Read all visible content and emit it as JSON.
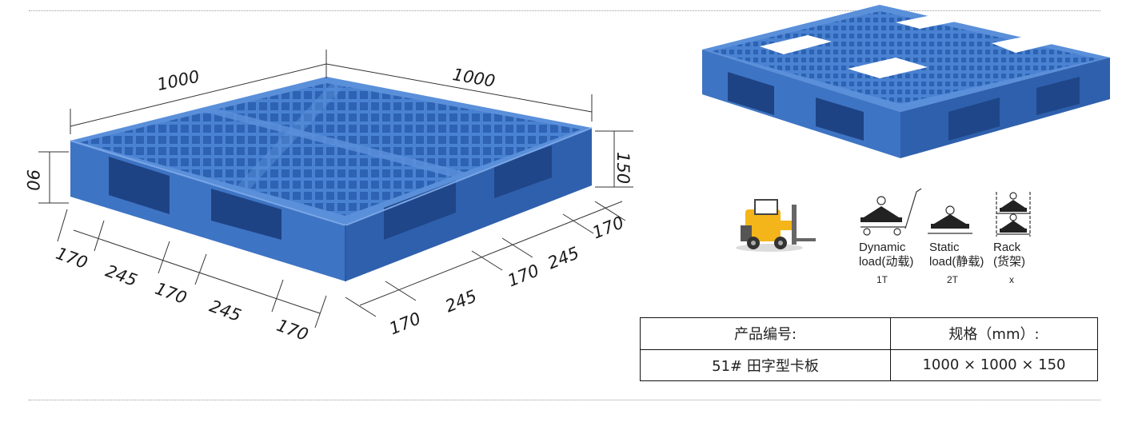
{
  "dimensions": {
    "top_left": "1000",
    "top_right": "1000",
    "height_left": "90",
    "height_right": "150",
    "front_segments": [
      "170",
      "245",
      "170",
      "245",
      "170"
    ],
    "side_segments": [
      "170",
      "245",
      "170",
      "245",
      "170"
    ]
  },
  "loads": [
    {
      "label_en": "Dynamic",
      "label_cn": "load(动载)",
      "value": "1T"
    },
    {
      "label_en": "Static",
      "label_cn": "load(静载)",
      "value": "2T"
    },
    {
      "label_en": "Rack",
      "label_cn": "(货架)",
      "value": "x"
    }
  ],
  "spec_table": {
    "headers": [
      "产品编号:",
      "规格（mm）:"
    ],
    "rows": [
      [
        "51# 田字型卡板",
        "1000 × 1000 × 150"
      ]
    ]
  },
  "colors": {
    "pallet_blue": "#3f77c8",
    "pallet_dark": "#2a5aa6",
    "pallet_light": "#6f9ee0",
    "forklift_yellow": "#f3b51a"
  },
  "icons": [
    "forklift-icon",
    "dynamic-load-icon",
    "static-load-icon",
    "rack-load-icon"
  ]
}
